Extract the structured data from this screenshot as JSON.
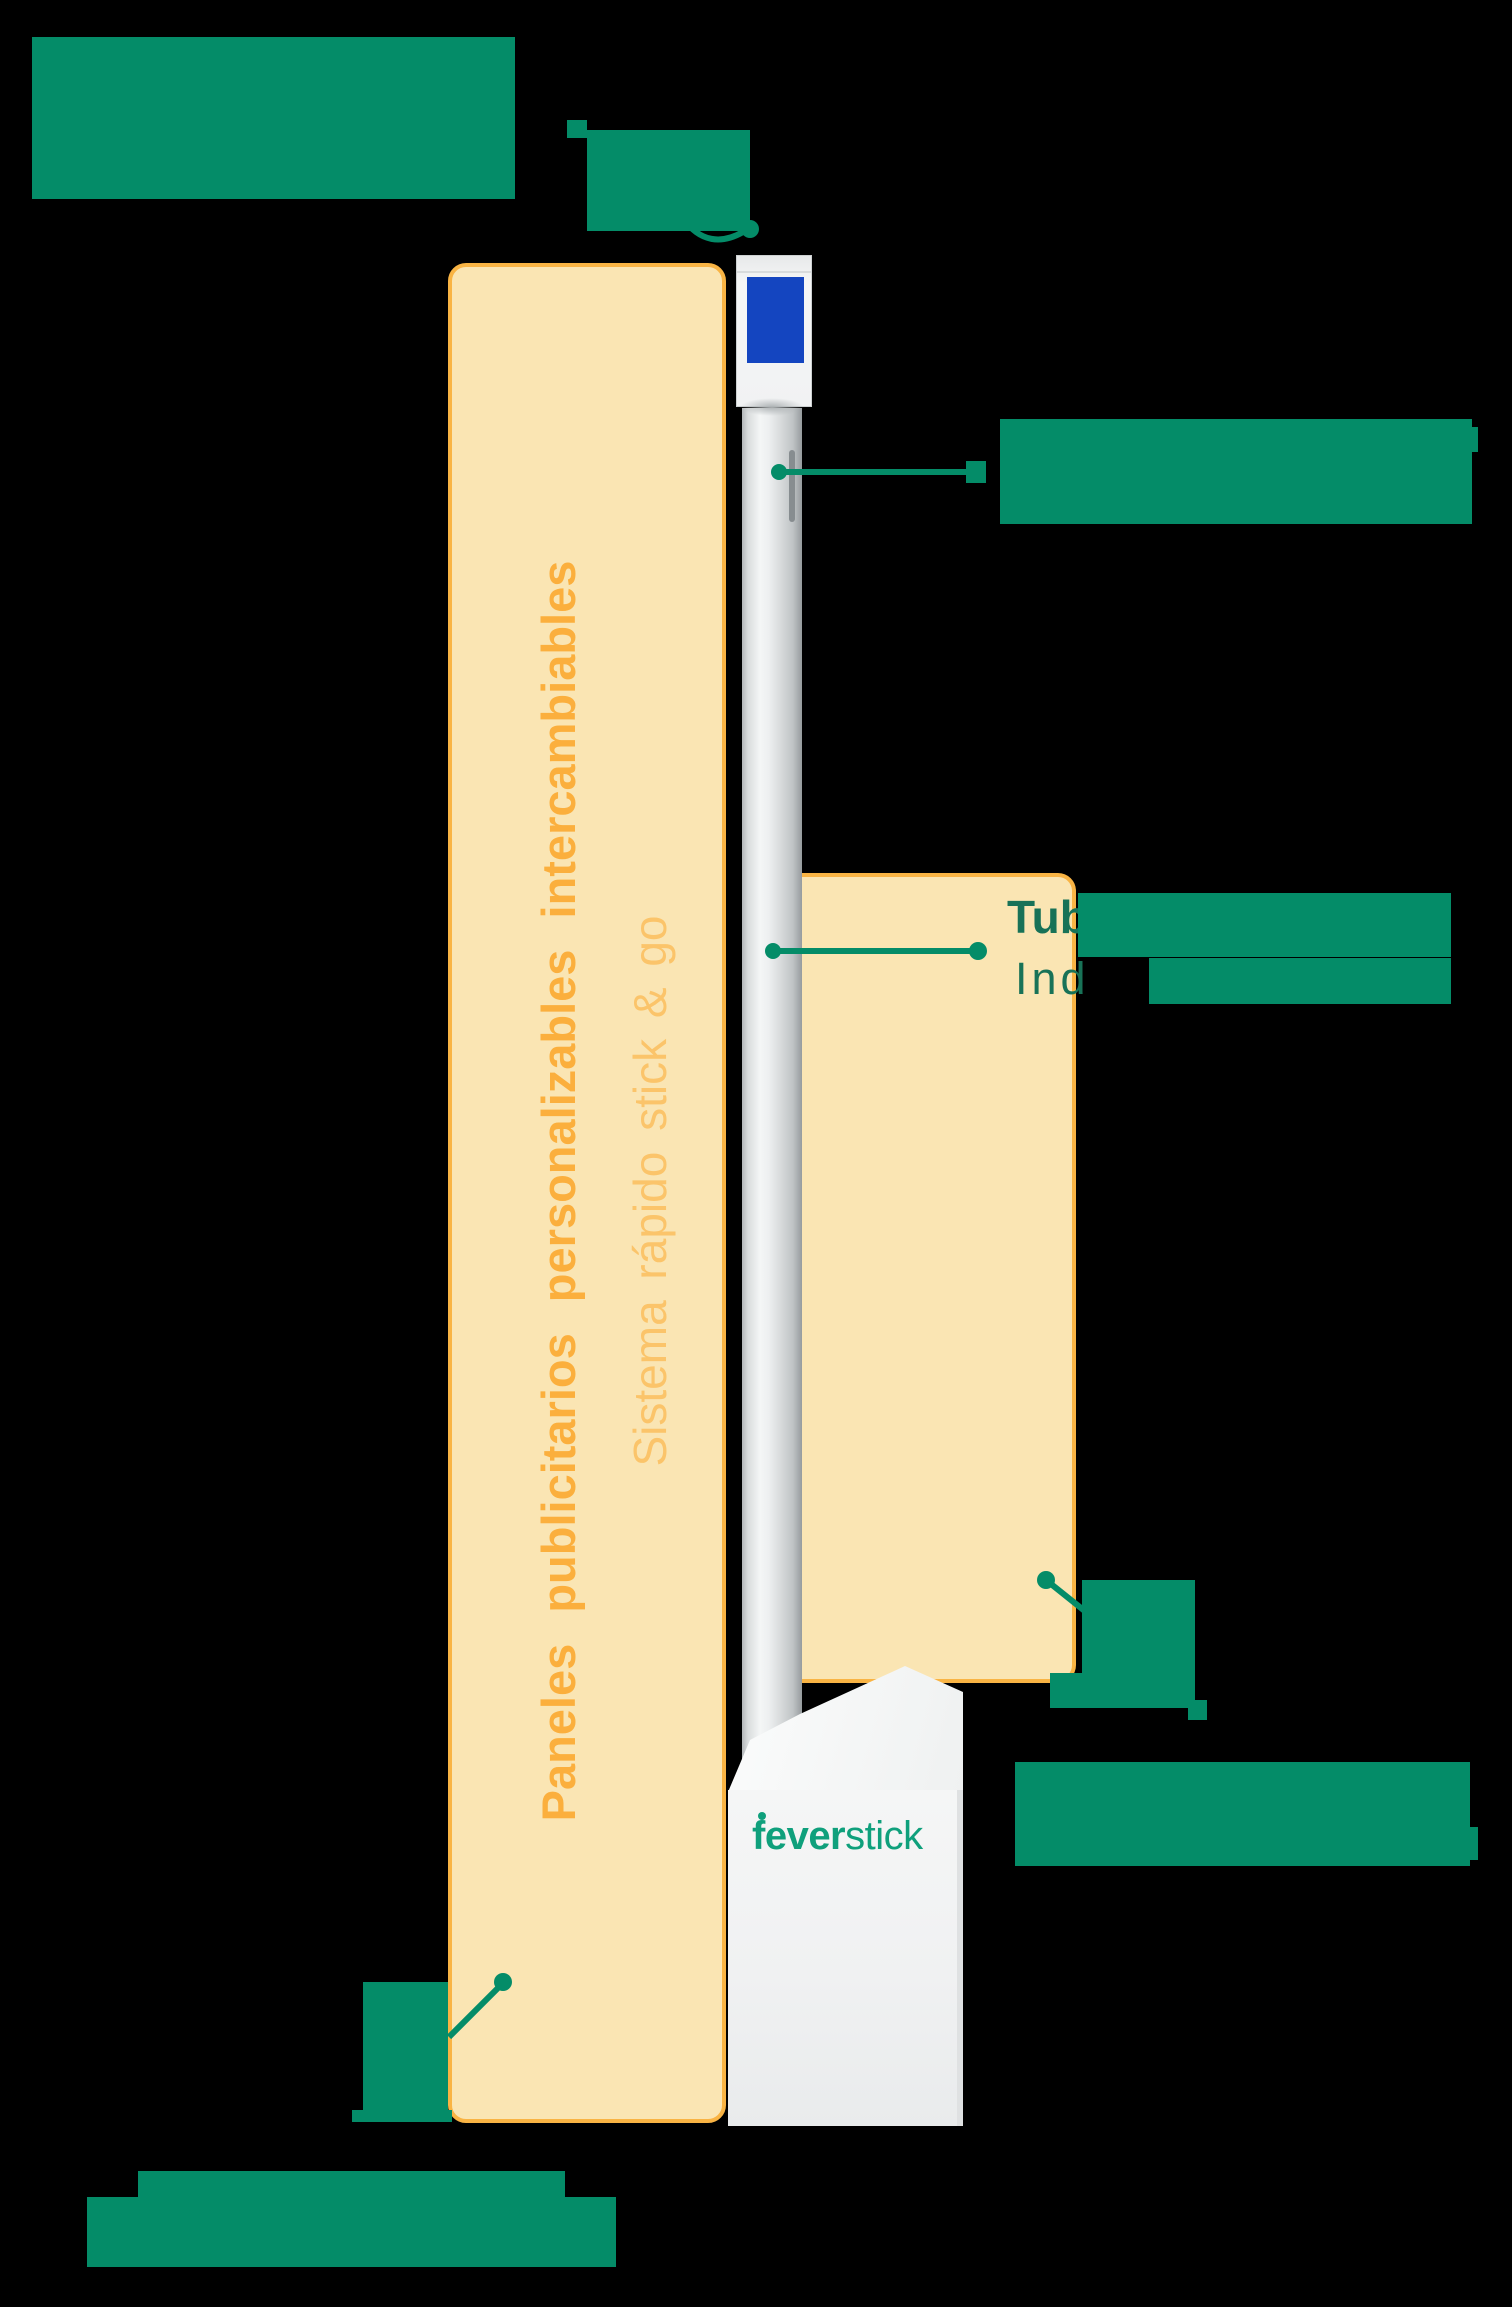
{
  "colors": {
    "background": "#000000",
    "callout_green": "#048C68",
    "dark_green_text": "#187257",
    "panel_fill": "#FAE5B3",
    "panel_border": "#F9B444",
    "headline_orange": "#FBAF3D",
    "subline_orange": "#FBC46A",
    "sign_blue": "#1445C0",
    "logo_green": "#0FA07C",
    "pole_gray": "#D9DCDD",
    "base_white": "#F2F3F4"
  },
  "side_panel": {
    "headline": "Paneles publicitarios personalizables intercambiables",
    "subline": "Sistema rápido stick & go"
  },
  "callouts": {
    "tube_label_bold_fragment": "Tub",
    "tube_label_regular_fragment": "Ind"
  },
  "brand": {
    "name_bold": "fever",
    "name_light": "stick"
  }
}
